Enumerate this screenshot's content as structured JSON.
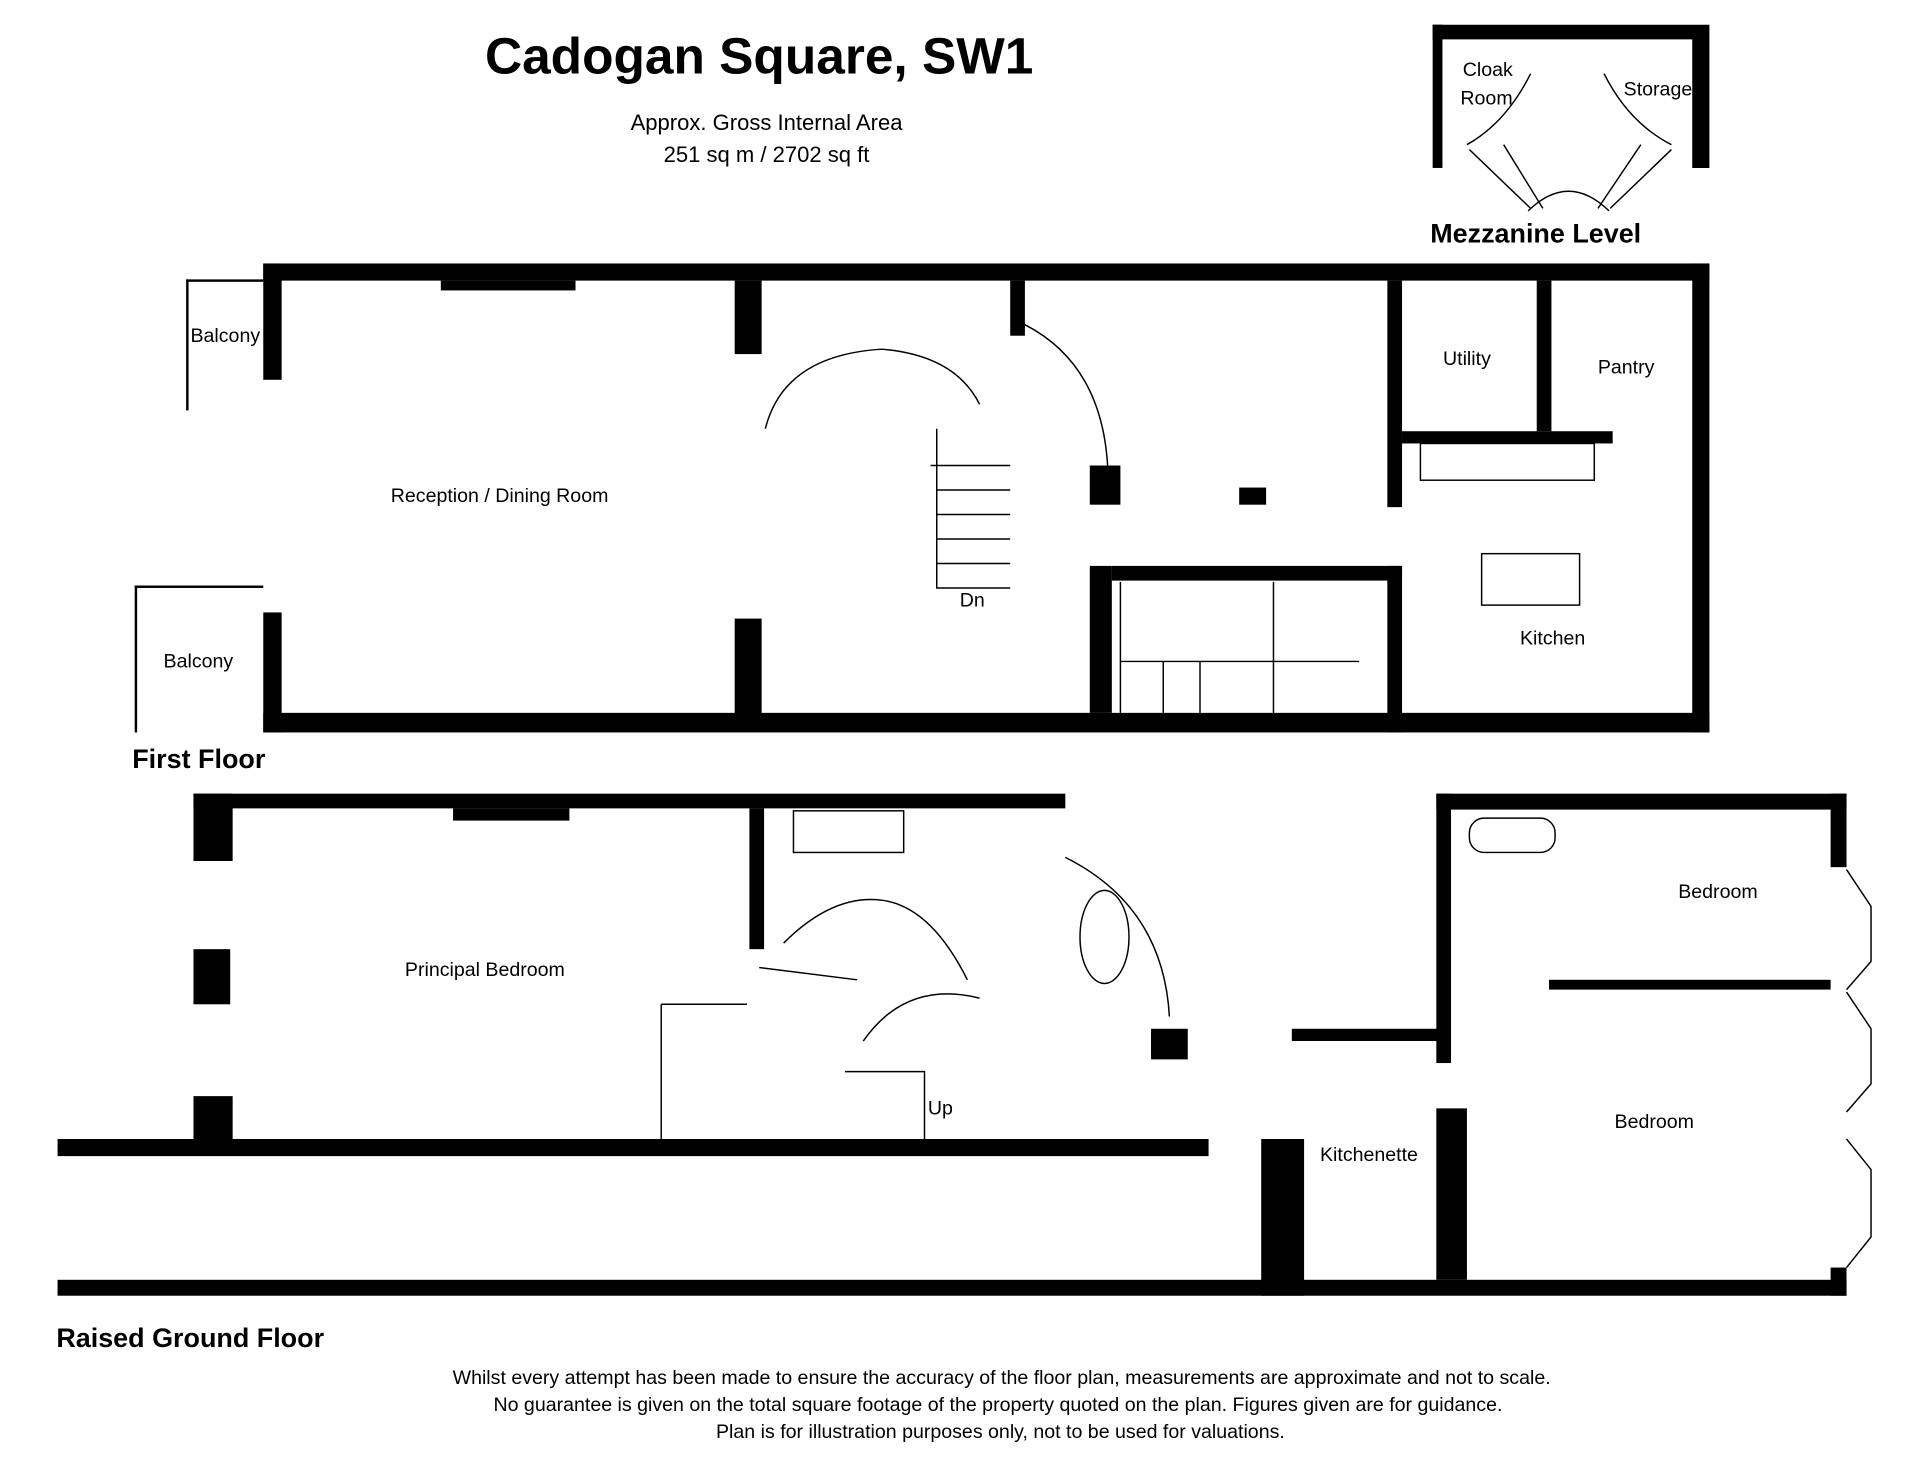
{
  "title": "Cadogan Square, SW1",
  "area": {
    "label": "Approx. Gross Internal Area",
    "value": "251 sq m / 2702 sq ft"
  },
  "levels": {
    "mezzanine": {
      "label": "Mezzanine Level",
      "rooms": [
        "Cloak",
        "Room",
        "Storage"
      ]
    },
    "first_floor": {
      "label": "First Floor",
      "rooms": [
        "Balcony",
        "Balcony",
        "Reception / Dining Room",
        "Dn",
        "Utility",
        "Pantry",
        "Kitchen"
      ]
    },
    "raised_ground": {
      "label": "Raised Ground Floor",
      "rooms": [
        "Principal Bedroom",
        "Up",
        "Kitchenette",
        "Bedroom",
        "Bedroom"
      ]
    }
  },
  "disclaimer": [
    "Whilst every attempt has been made to ensure the accuracy of the floor plan, measurements are approximate and not to scale.",
    "No guarantee is given on the total square footage of the property quoted on the plan. Figures given are for guidance.",
    "Plan is for illustration purposes only, not to be used for valuations."
  ]
}
